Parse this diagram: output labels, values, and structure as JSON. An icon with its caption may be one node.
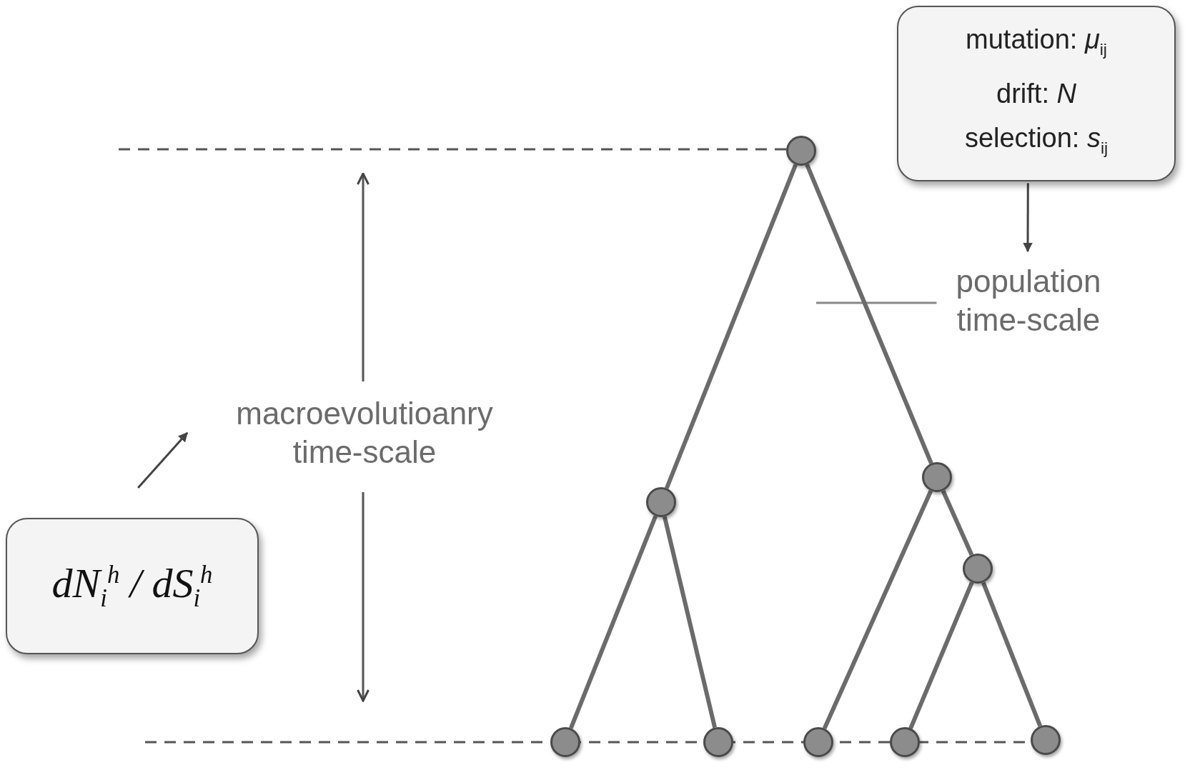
{
  "diagram": {
    "nodes": [
      {
        "text": [
          "mutation: *μ*$_{ij}$",
          "drift: *N*",
          "selection: *s*$_{ij}$"
        ]
      },
      {
        "text": [
          "population time-scale"
        ]
      },
      {
        "text": [
          "macroevolutioanry time-scale"
        ]
      },
      {
        "text": [
          "dN$_{i}$$^{h}$ / dS$_{i}$$^{h}$"
        ]
      },
      {
        "text": [],
        "shape": "circle"
      },
      {
        "text": [],
        "shape": "circle"
      },
      {
        "text": [],
        "shape": "circle"
      },
      {
        "text": [],
        "shape": "circle"
      },
      {
        "text": [],
        "shape": "circle"
      },
      {
        "text": [],
        "shape": "circle"
      },
      {
        "text": [],
        "shape": "circle"
      },
      {
        "text": [],
        "shape": "circle"
      },
      {
        "text": [],
        "shape": "circle"
      }
    ],
    "edges": [
      {
        "from": 0,
        "to": 1,
        "arrow": "to"
      },
      {
        "from": 3,
        "to": 2,
        "arrow": "to"
      },
      {
        "from": 1,
        "to": null,
        "arrow": "none"
      },
      {
        "from": 4,
        "to": 5,
        "arrow": "none"
      },
      {
        "from": 4,
        "to": 6,
        "arrow": "none"
      },
      {
        "from": 5,
        "to": 8,
        "arrow": "none"
      },
      {
        "from": 5,
        "to": 9,
        "arrow": "none"
      },
      {
        "from": 6,
        "to": 10,
        "arrow": "none"
      },
      {
        "from": 6,
        "to": 7,
        "arrow": "none"
      },
      {
        "from": 7,
        "to": 11,
        "arrow": "none"
      },
      {
        "from": 7,
        "to": 12,
        "arrow": "none"
      }
    ]
  }
}
